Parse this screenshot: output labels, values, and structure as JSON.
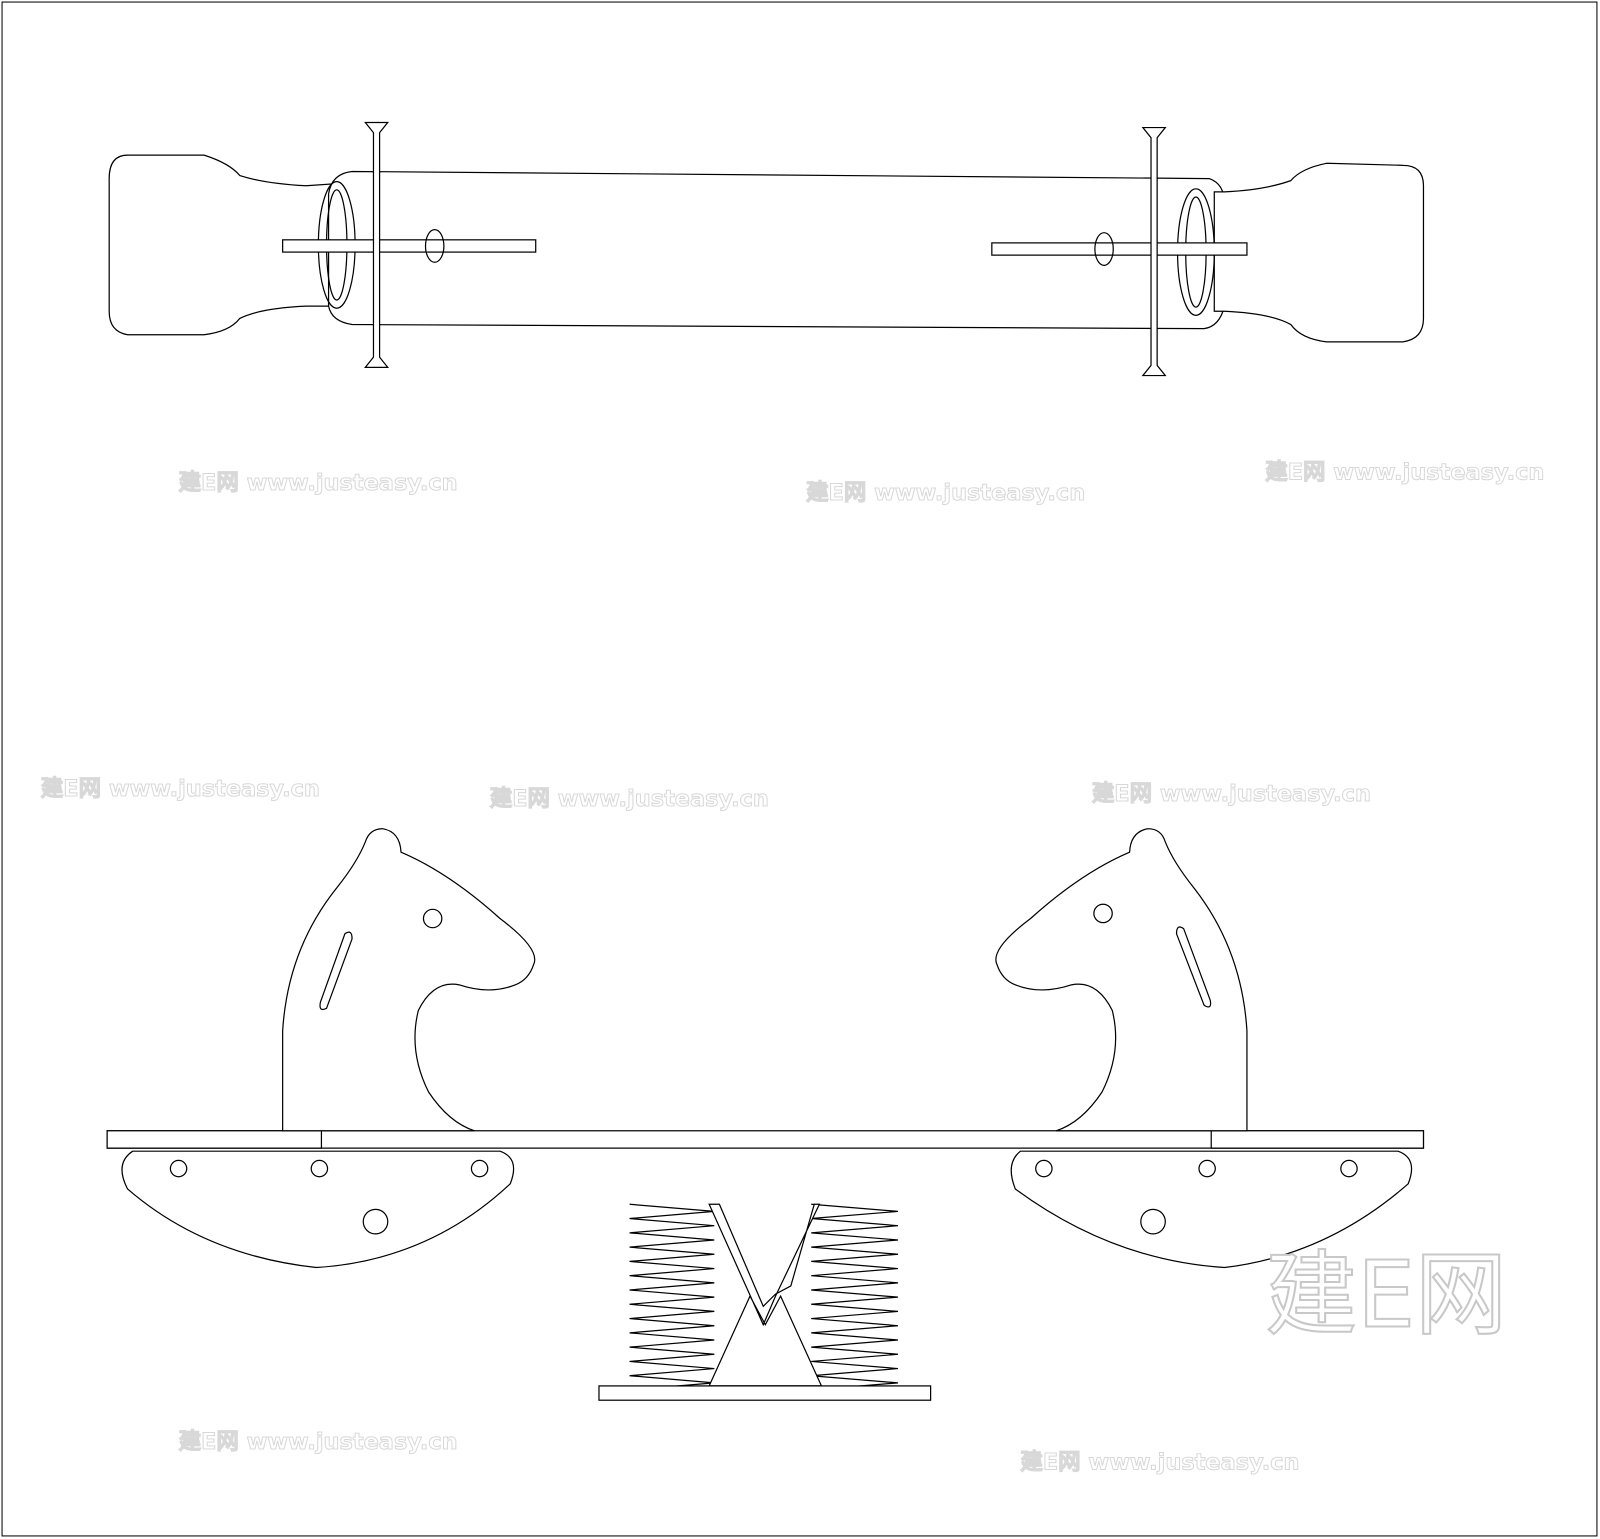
{
  "drawing": {
    "title": "Seesaw with horse heads - plan and elevation",
    "views": [
      "plan-view",
      "elevation-view"
    ]
  },
  "watermark": {
    "logo": "建E网",
    "url": "www.justeasy.cn"
  }
}
